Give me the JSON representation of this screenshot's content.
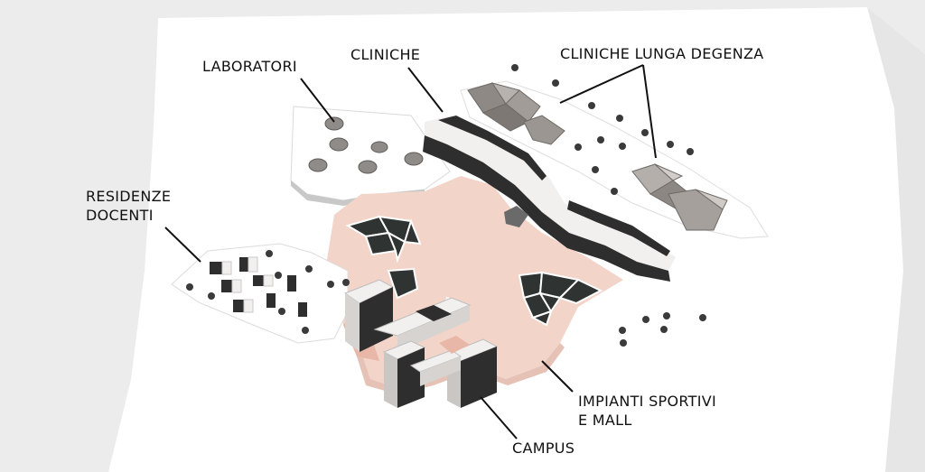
{
  "labels": {
    "laboratori": "LABORATORI",
    "cliniche": "CLINICHE",
    "cliniche_lunga_degenza": "CLINICHE LUNGA DEGENZA",
    "residenze_docenti": "RESIDENZE\nDOCENTI",
    "impianti_sportivi": "IMPIANTI SPORTIVI\nE MALL",
    "campus": "CAMPUS"
  },
  "colors": {
    "background": "#ececec",
    "ground": "#ffffff",
    "plaza": "#f3d4c9",
    "plaza_dark": "#e8b7a8",
    "building_dark": "#2e2e2e",
    "building_light": "#f2f0ee",
    "roof_gray": "#a9a4a0",
    "leader": "#111111"
  }
}
